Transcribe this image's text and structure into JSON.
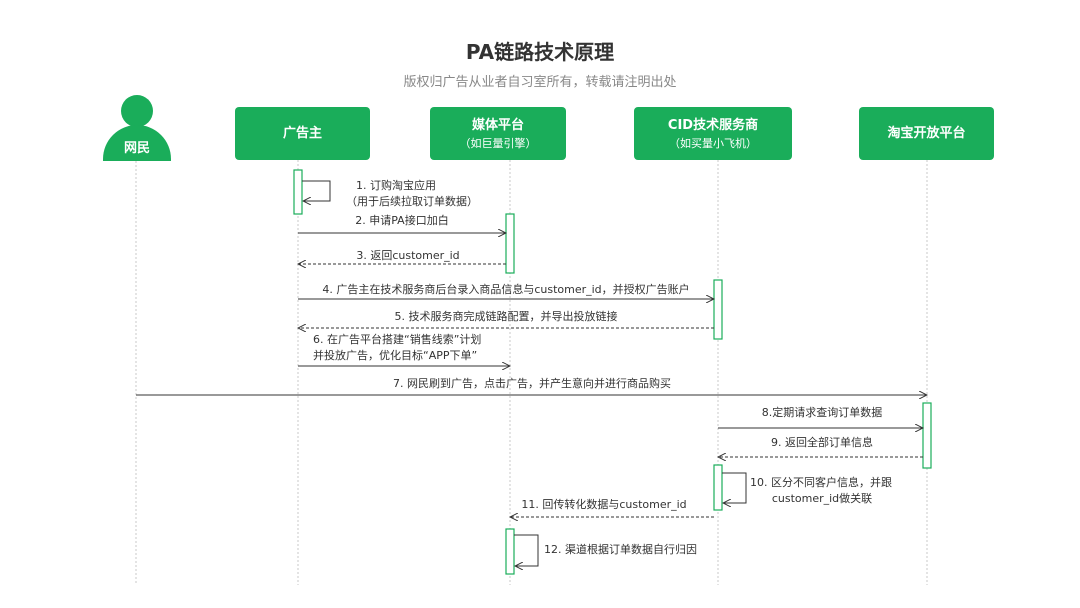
{
  "title": "PA链路技术原理",
  "subtitle": "版权归广告从业者自习室所有，转载请注明出处",
  "colors": {
    "accent": "#1aad5a",
    "text": "#333333",
    "lifeline": "#c8c8c8"
  },
  "participants": [
    {
      "id": "user",
      "name": "网民",
      "sub": "",
      "icon": "user-icon"
    },
    {
      "id": "advertiser",
      "name": "广告主",
      "sub": ""
    },
    {
      "id": "media",
      "name": "媒体平台",
      "sub": "（如巨量引擎）"
    },
    {
      "id": "cid",
      "name": "CID技术服务商",
      "sub": "（如买量小飞机）"
    },
    {
      "id": "taobao",
      "name": "淘宝开放平台",
      "sub": ""
    }
  ],
  "messages": [
    {
      "id": "m1",
      "from": "advertiser",
      "to": "advertiser",
      "kind": "self",
      "lines": [
        "1. 订购淘宝应用",
        "（用于后续拉取订单数据）"
      ]
    },
    {
      "id": "m2",
      "from": "advertiser",
      "to": "media",
      "kind": "call",
      "lines": [
        "2. 申请PA接口加白"
      ]
    },
    {
      "id": "m3",
      "from": "media",
      "to": "advertiser",
      "kind": "return",
      "lines": [
        "3. 返回customer_id"
      ]
    },
    {
      "id": "m4",
      "from": "advertiser",
      "to": "cid",
      "kind": "call",
      "lines": [
        "4. 广告主在技术服务商后台录入商品信息与customer_id，并授权广告账户"
      ]
    },
    {
      "id": "m5",
      "from": "cid",
      "to": "advertiser",
      "kind": "return",
      "lines": [
        "5. 技术服务商完成链路配置，并导出投放链接"
      ]
    },
    {
      "id": "m6",
      "from": "advertiser",
      "to": "media",
      "kind": "call",
      "lines": [
        "6. 在广告平台搭建“销售线索”计划",
        "并投放广告，优化目标“APP下单”"
      ]
    },
    {
      "id": "m7",
      "from": "user",
      "to": "taobao",
      "kind": "call",
      "lines": [
        "7. 网民刷到广告，点击广告，并产生意向并进行商品购买"
      ]
    },
    {
      "id": "m8",
      "from": "cid",
      "to": "taobao",
      "kind": "call",
      "lines": [
        "8.定期请求查询订单数据"
      ]
    },
    {
      "id": "m9",
      "from": "taobao",
      "to": "cid",
      "kind": "return",
      "lines": [
        "9. 返回全部订单信息"
      ]
    },
    {
      "id": "m10",
      "from": "cid",
      "to": "cid",
      "kind": "self",
      "lines": [
        "10. 区分不同客户信息，并跟",
        "customer_id做关联"
      ]
    },
    {
      "id": "m11",
      "from": "cid",
      "to": "media",
      "kind": "return",
      "lines": [
        "11. 回传转化数据与customer_id"
      ]
    },
    {
      "id": "m12",
      "from": "media",
      "to": "media",
      "kind": "self",
      "lines": [
        "12. 渠道根据订单数据自行归因"
      ]
    }
  ]
}
